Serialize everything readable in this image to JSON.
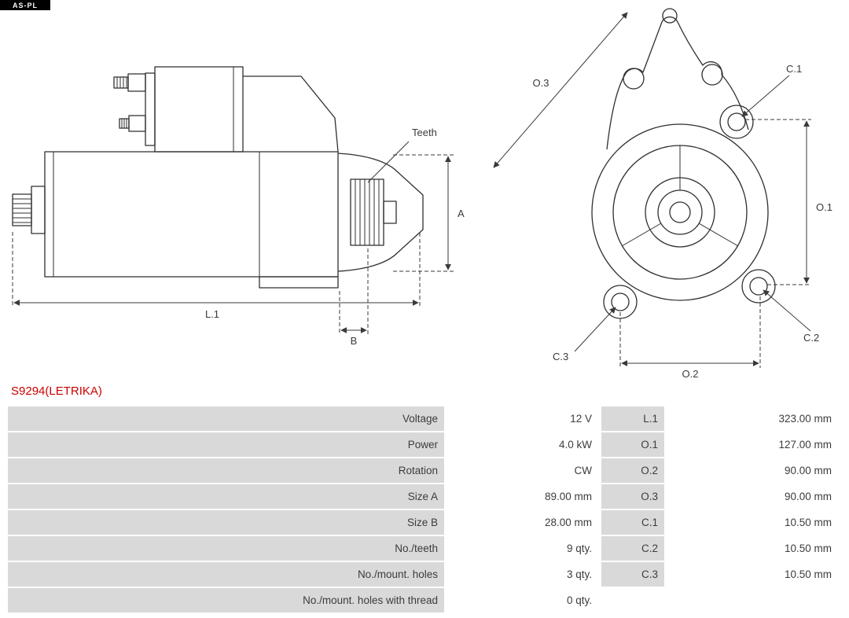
{
  "brand": {
    "name": "AS-PL"
  },
  "part_number": "S9294(LETRIKA)",
  "diagram_labels": {
    "teeth": "Teeth",
    "a": "A",
    "b": "B",
    "l1": "L.1",
    "o1": "O.1",
    "o2": "O.2",
    "o3": "O.3",
    "c1": "C.1",
    "c2": "C.2",
    "c3": "C.3"
  },
  "spec_table": {
    "rows": [
      {
        "label1": "Voltage",
        "value1": "12 V",
        "label2": "L.1",
        "value2": "323.00 mm"
      },
      {
        "label1": "Power",
        "value1": "4.0 kW",
        "label2": "O.1",
        "value2": "127.00 mm"
      },
      {
        "label1": "Rotation",
        "value1": "CW",
        "label2": "O.2",
        "value2": "90.00 mm"
      },
      {
        "label1": "Size A",
        "value1": "89.00 mm",
        "label2": "O.3",
        "value2": "90.00 mm"
      },
      {
        "label1": "Size B",
        "value1": "28.00 mm",
        "label2": "C.1",
        "value2": "10.50 mm"
      },
      {
        "label1": "No./teeth",
        "value1": "9 qty.",
        "label2": "C.2",
        "value2": "10.50 mm"
      },
      {
        "label1": "No./mount. holes",
        "value1": "3 qty.",
        "label2": "C.3",
        "value2": "10.50 mm"
      },
      {
        "label1": "No./mount. holes with thread",
        "value1": "0 qty.",
        "label2": "",
        "value2": ""
      }
    ]
  }
}
